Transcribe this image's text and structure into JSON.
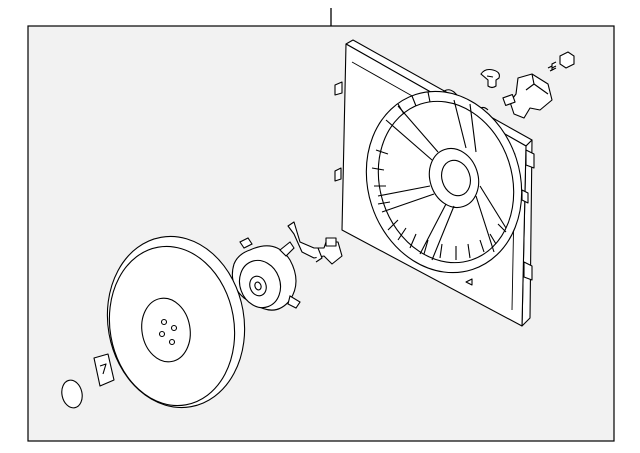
{
  "diagram": {
    "kind": "exploded parts illustration",
    "background_color": "#ffffff",
    "panel_fill": "#f2f2f2",
    "stroke_color": "#000000",
    "parts": [
      {
        "name": "fan-shroud-frame"
      },
      {
        "name": "fan-blade"
      },
      {
        "name": "fan-motor"
      },
      {
        "name": "motor-wire-harness"
      },
      {
        "name": "resistor-connector"
      },
      {
        "name": "mounting-bolt"
      },
      {
        "name": "push-clip"
      },
      {
        "name": "retaining-nut"
      },
      {
        "name": "o-ring"
      }
    ]
  }
}
